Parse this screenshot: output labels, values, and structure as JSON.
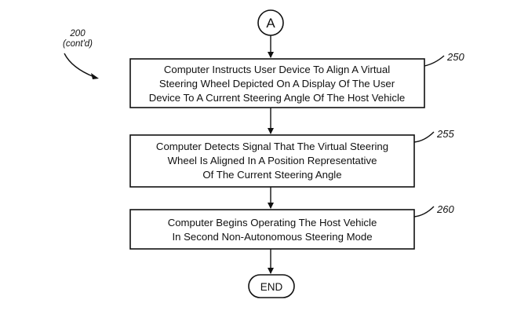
{
  "figure_label": {
    "number": "200",
    "note": "(cont'd)"
  },
  "connector": "A",
  "steps": [
    {
      "ref": "250",
      "lines": [
        "Computer Instructs User Device To Align A Virtual",
        "Steering Wheel Depicted On A Display Of The User",
        "Device To A Current Steering Angle Of The Host Vehicle"
      ]
    },
    {
      "ref": "255",
      "lines": [
        "Computer Detects Signal That The Virtual Steering",
        "Wheel Is Aligned In A Position Representative",
        "Of The Current Steering Angle"
      ]
    },
    {
      "ref": "260",
      "lines": [
        "Computer Begins Operating The Host Vehicle",
        "In Second Non-Autonomous Steering Mode"
      ]
    }
  ],
  "terminator": "END"
}
